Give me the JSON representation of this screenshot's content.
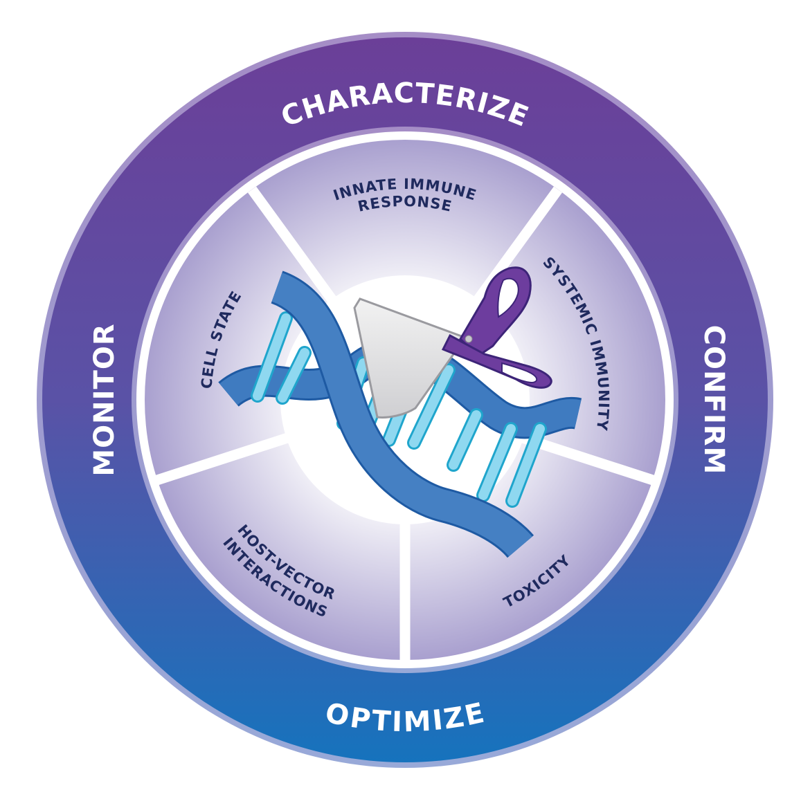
{
  "diagram": {
    "center_icon": "dna-with-scissors-icon",
    "outer_ring": {
      "labels": [
        {
          "id": "characterize",
          "text": "CHARACTERIZE"
        },
        {
          "id": "confirm",
          "text": "CONFIRM"
        },
        {
          "id": "optimize",
          "text": "OPTIMIZE"
        },
        {
          "id": "monitor",
          "text": "MONITOR"
        }
      ]
    },
    "inner_segments": [
      {
        "id": "innate",
        "lines": [
          "INNATE IMMUNE",
          "RESPONSE"
        ]
      },
      {
        "id": "systemic",
        "lines": [
          "SYSTEMIC IMMUNITY"
        ]
      },
      {
        "id": "toxicity",
        "lines": [
          "TOXICITY"
        ]
      },
      {
        "id": "host-vector",
        "lines": [
          "HOST-VECTOR",
          "INTERACTIONS"
        ]
      },
      {
        "id": "cell-state",
        "lines": [
          "CELL STATE"
        ]
      }
    ],
    "colors": {
      "ring_top": "#6a3f98",
      "ring_bottom": "#1a72bb",
      "ring_edge": "#a48fc5",
      "inner_text": "#1f2a5e",
      "dna_strand": "#3f7bc0",
      "dna_rung": "#8dd6ef",
      "scissors": "#6a3a9c"
    }
  }
}
